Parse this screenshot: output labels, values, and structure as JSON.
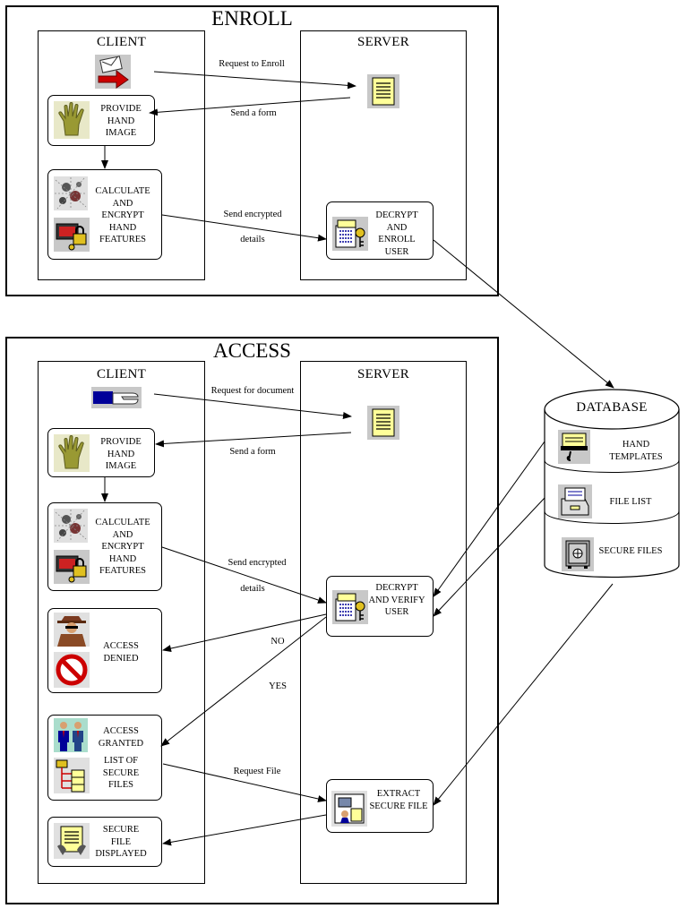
{
  "enroll": {
    "title": "ENROLL",
    "client_title": "CLIENT",
    "server_title": "SERVER",
    "provide_hand_image": "PROVIDE HAND IMAGE",
    "calculate_encrypt": "CALCULATE AND ENCRYPT HAND FEATURES",
    "decrypt_enroll": "DECRYPT AND ENROLL USER",
    "request_label": "Request to Enroll",
    "send_form_label": "Send a form",
    "send_encrypted_label_1": "Send encrypted",
    "send_encrypted_label_2": "details"
  },
  "access": {
    "title": "ACCESS",
    "client_title": "CLIENT",
    "server_title": "SERVER",
    "provide_hand_image": "PROVIDE HAND IMAGE",
    "calculate_encrypt": "CALCULATE AND ENCRYPT HAND FEATURES",
    "access_denied": "ACCESS DENIED",
    "access_granted": "ACCESS GRANTED",
    "list_secure_files": "LIST OF SECURE FILES",
    "secure_file_displayed": "SECURE FILE DISPLAYED",
    "decrypt_verify": "DECRYPT AND VERIFY USER",
    "extract_secure_file": "EXTRACT SECURE FILE",
    "request_label": "Request for document",
    "send_form_label": "Send a form",
    "send_encrypted_label_1": "Send encrypted",
    "send_encrypted_label_2": "details",
    "no_label": "NO",
    "yes_label": "YES",
    "request_file_label": "Request File"
  },
  "database": {
    "title": "DATABASE",
    "hand_templates": "HAND TEMPLATES",
    "file_list": "FILE LIST",
    "secure_files": "SECURE FILES"
  },
  "colors": {
    "form_yellow": "#ffff99",
    "hand_olive": "#999933",
    "arrow_red": "#cc0000",
    "sleeve_blue": "#000099",
    "icon_gray": "#c0c0c0"
  }
}
